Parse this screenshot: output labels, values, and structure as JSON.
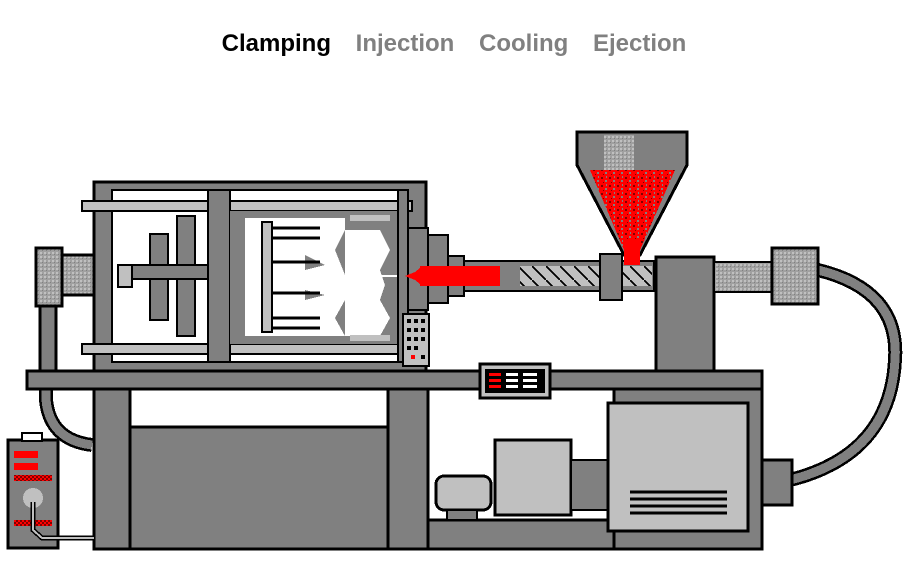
{
  "title": "Injection Molding Machine",
  "steps": [
    {
      "label": "Clamping",
      "active": true
    },
    {
      "label": "Injection",
      "active": false
    },
    {
      "label": "Cooling",
      "active": false
    },
    {
      "label": "Ejection",
      "active": false
    }
  ],
  "colors": {
    "active_tab": "#000000",
    "inactive_tab": "#808080",
    "machine_body": "#808080",
    "machine_highlight": "#c0c0c0",
    "outline": "#000000",
    "plastic": "#ff0000",
    "plastic_dark": "#800000",
    "background": "#ffffff"
  },
  "components": {
    "clamping_unit": "clamping-unit",
    "mold": "mold",
    "injection_barrel": "injection-barrel",
    "hopper": "hopper",
    "control_panel": "control-panel",
    "display_panel": "display-panel",
    "motor": "motor",
    "pump": "pump",
    "hydraulic_hose": "hydraulic-hose",
    "power_box": "power-box"
  }
}
